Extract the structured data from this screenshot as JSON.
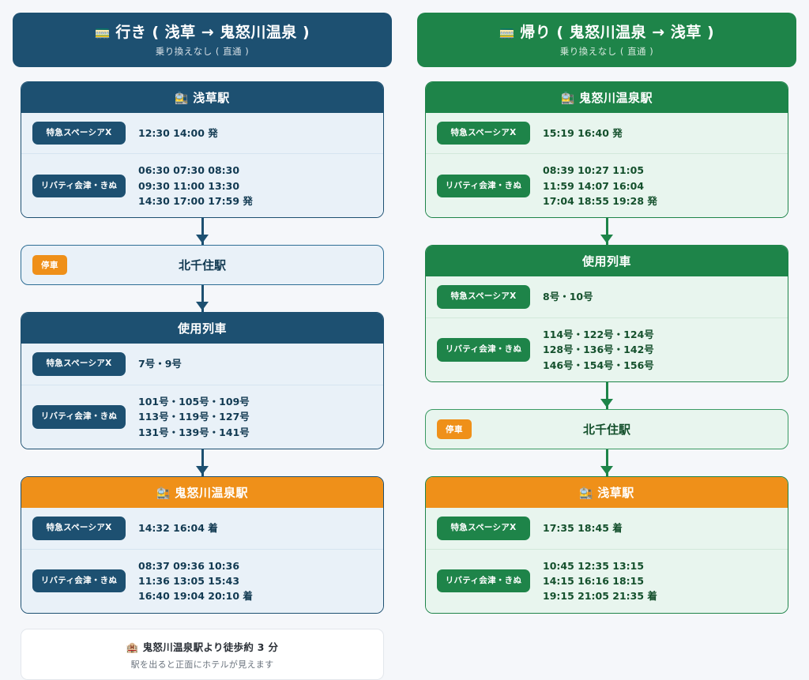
{
  "page": {
    "background": "#f5f7fa",
    "colors": {
      "outbound": "#1d5071",
      "inbound": "#1e8449",
      "accent_orange": "#ef9019",
      "outbound_body": "#e9f1f8",
      "inbound_body": "#e8f5ee"
    }
  },
  "outbound": {
    "banner": {
      "icon": "tram-car-icon",
      "icon_glyph": "🚃",
      "title": "行き ( 浅草 → 鬼怒川温泉 )",
      "subtitle": "乗り換えなし ( 直通 )"
    },
    "departure": {
      "icon": "station-icon",
      "icon_glyph": "🚉",
      "station": "浅草駅",
      "rows": [
        {
          "tag": "特急スペーシアX",
          "times": [
            "12:30 14:00 発"
          ]
        },
        {
          "tag": "リバティ会津・きぬ",
          "times": [
            "06:30 07:30 08:30",
            "09:30 11:00 13:30",
            "14:30 17:00 17:59 発"
          ]
        }
      ]
    },
    "stop": {
      "badge": "停車",
      "station": "北千住駅"
    },
    "trains": {
      "title": "使用列車",
      "rows": [
        {
          "tag": "特急スペーシアX",
          "times": [
            "7号・9号"
          ]
        },
        {
          "tag": "リバティ会津・きぬ",
          "times": [
            "101号・105号・109号",
            "113号・119号・127号",
            "131号・139号・141号"
          ]
        }
      ]
    },
    "arrival": {
      "icon": "station-icon",
      "icon_glyph": "🚉",
      "station": "鬼怒川温泉駅",
      "rows": [
        {
          "tag": "特急スペーシアX",
          "times": [
            "14:32 16:04 着"
          ]
        },
        {
          "tag": "リバティ会津・きぬ",
          "times": [
            "08:37 09:36 10:36",
            "11:36 13:05 15:43",
            "16:40 19:04 20:10 着"
          ]
        }
      ]
    },
    "note": {
      "icon": "hotel-icon",
      "icon_glyph": "🏨",
      "title": "鬼怒川温泉駅より徒歩約 3 分",
      "subtitle": "駅を出ると正面にホテルが見えます"
    }
  },
  "inbound": {
    "banner": {
      "icon": "tram-car-icon",
      "icon_glyph": "🚃",
      "title": "帰り ( 鬼怒川温泉 → 浅草 )",
      "subtitle": "乗り換えなし ( 直通 )"
    },
    "departure": {
      "icon": "station-icon",
      "icon_glyph": "🚉",
      "station": "鬼怒川温泉駅",
      "rows": [
        {
          "tag": "特急スペーシアX",
          "times": [
            "15:19 16:40 発"
          ]
        },
        {
          "tag": "リバティ会津・きぬ",
          "times": [
            "08:39 10:27 11:05",
            "11:59 14:07 16:04",
            "17:04 18:55 19:28 発"
          ]
        }
      ]
    },
    "trains": {
      "title": "使用列車",
      "rows": [
        {
          "tag": "特急スペーシアX",
          "times": [
            "8号・10号"
          ]
        },
        {
          "tag": "リバティ会津・きぬ",
          "times": [
            "114号・122号・124号",
            "128号・136号・142号",
            "146号・154号・156号"
          ]
        }
      ]
    },
    "stop": {
      "badge": "停車",
      "station": "北千住駅"
    },
    "arrival": {
      "icon": "station-icon",
      "icon_glyph": "🚉",
      "station": "浅草駅",
      "rows": [
        {
          "tag": "特急スペーシアX",
          "times": [
            "17:35 18:45 着"
          ]
        },
        {
          "tag": "リバティ会津・きぬ",
          "times": [
            "10:45 12:35 13:15",
            "14:15 16:16 18:15",
            "19:15 21:05 21:35 着"
          ]
        }
      ]
    }
  }
}
